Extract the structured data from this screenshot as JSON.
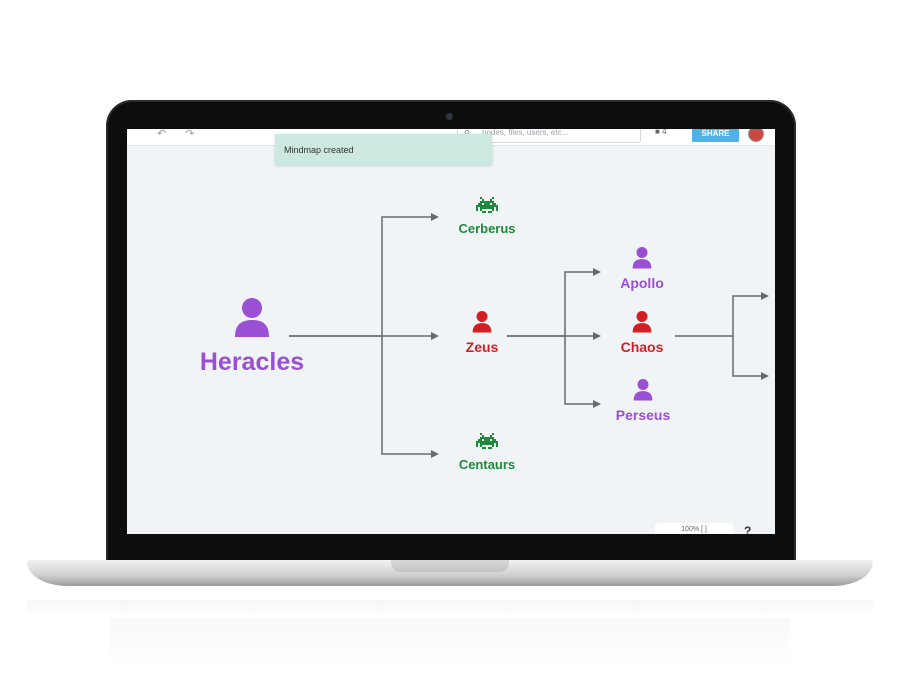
{
  "toast": {
    "message": "Mindmap created"
  },
  "toolbar": {
    "undo_redo": "↶ ↷",
    "search_placeholder": "nodes, files, users, etc...",
    "views_count": "4",
    "share_label": "SHARE"
  },
  "colors": {
    "person": "#9b4fd4",
    "god": "#d31f24",
    "creature": "#1f8a3c",
    "connector": "#6a6a6a",
    "canvas": "#f1f4f6",
    "share": "#4fb3ea",
    "toast": "#cbe9e0"
  },
  "nodes": {
    "heracles": {
      "label": "Heracles",
      "icon": "person-icon"
    },
    "cerberus": {
      "label": "Cerberus",
      "icon": "space-invader-icon"
    },
    "zeus": {
      "label": "Zeus",
      "icon": "person-icon"
    },
    "centaurs": {
      "label": "Centaurs",
      "icon": "space-invader-icon"
    },
    "apollo": {
      "label": "Apollo",
      "icon": "person-icon"
    },
    "chaos": {
      "label": "Chaos",
      "icon": "person-icon"
    },
    "perseus": {
      "label": "Perseus",
      "icon": "person-icon"
    }
  },
  "zoom": {
    "label": "100% [ ]"
  },
  "help": {
    "label": "?"
  }
}
